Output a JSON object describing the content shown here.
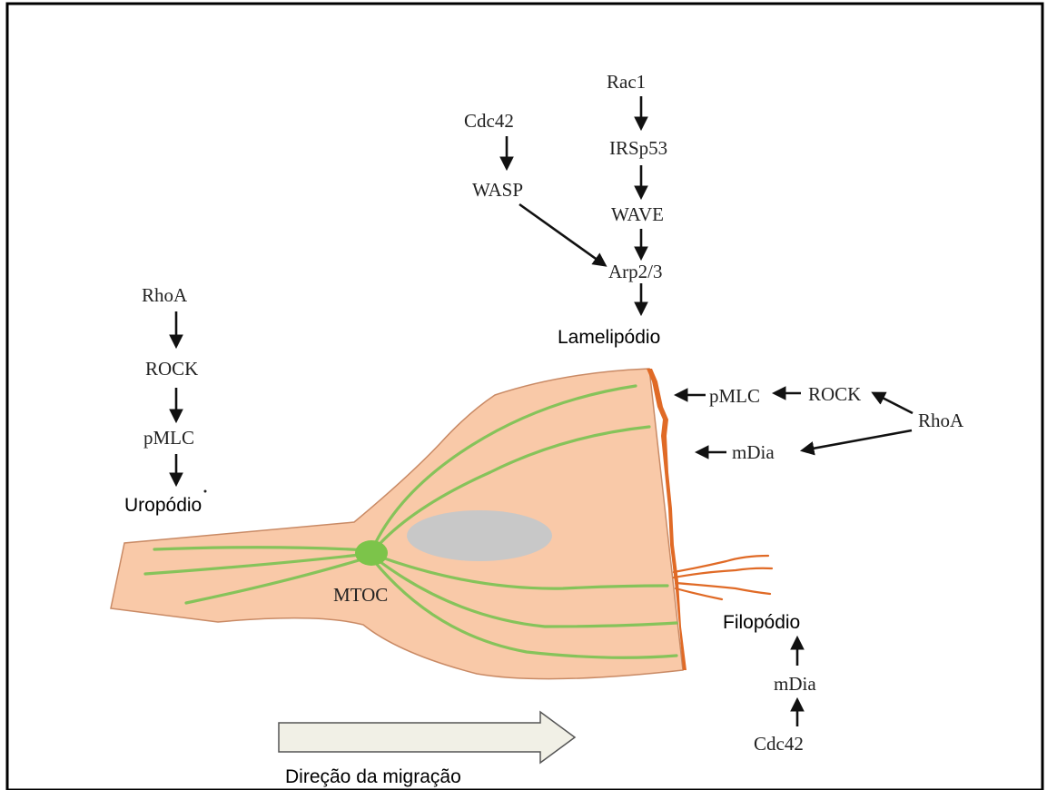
{
  "labels": {
    "top": {
      "rac1": "Rac1",
      "irsp53": "IRSp53",
      "wave": "WAVE",
      "cdc42": "Cdc42",
      "wasp": "WASP",
      "arp23": "Arp2/3",
      "lamelipodio": "Lamelipódio"
    },
    "left": {
      "rhoa": "RhoA",
      "rock": "ROCK",
      "pmlc": "pMLC",
      "uropodio": "Uropódio"
    },
    "right": {
      "pmlc": "pMLC",
      "rock": "ROCK",
      "rhoa": "RhoA",
      "mdia": "mDia"
    },
    "bottom_right": {
      "filopodio": "Filopódio",
      "mdia": "mDia",
      "cdc42": "Cdc42"
    },
    "cell": {
      "mtoc": "MTOC"
    },
    "migration": "Direção da migração"
  },
  "colors": {
    "cell_fill": "#f9c9a8",
    "cell_stroke": "#c98a65",
    "microtubule": "#86c35a",
    "actin_edge": "#e06a26",
    "nucleus": "#c8c8c8",
    "mtoc": "#7cc44a",
    "frame": "#000000"
  }
}
